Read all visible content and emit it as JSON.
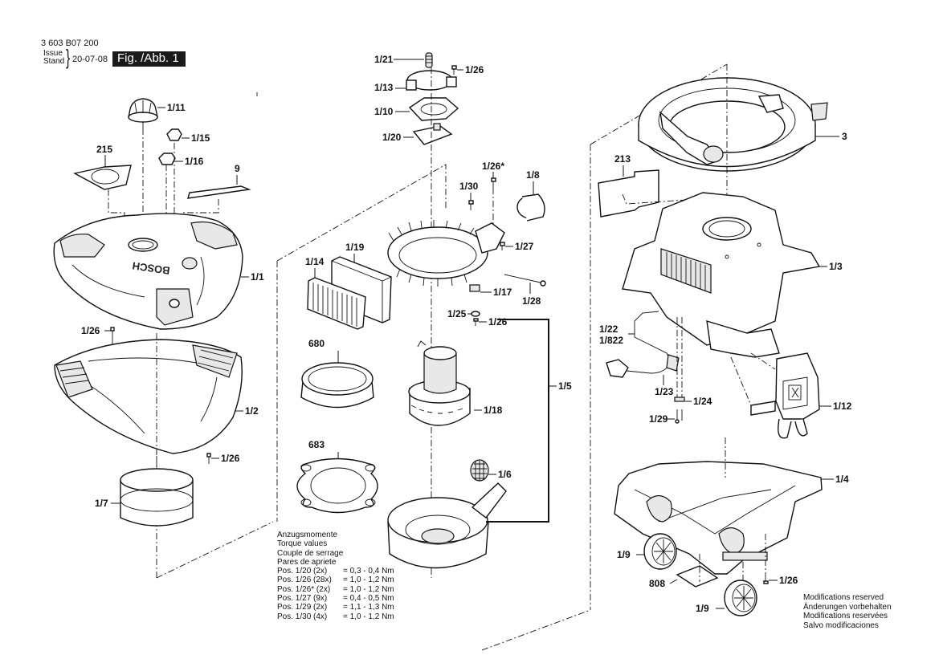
{
  "header": {
    "document_number": "3 603 B07 200",
    "issue_label_en": "Issue",
    "issue_label_de": "Stand",
    "issue_date": "20-07-08",
    "figure_label": "Fig. /Abb. 1"
  },
  "part_labels": {
    "p1_11": "1/11",
    "p1_15": "1/15",
    "p1_16": "1/16",
    "p215": "215",
    "p9": "9",
    "p1_1": "1/1",
    "p1_26_a": "1/26",
    "p1_2": "1/2",
    "p1_26_b": "1/26",
    "p1_7": "1/7",
    "p1_21": "1/21",
    "p1_26_c": "1/26",
    "p1_13": "1/13",
    "p1_10": "1/10",
    "p1_20": "1/20",
    "p1_26_star": "1/26*",
    "p1_30": "1/30",
    "p1_8": "1/8",
    "p1_27": "1/27",
    "p1_19": "1/19",
    "p1_14": "1/14",
    "p1_17": "1/17",
    "p1_28": "1/28",
    "p1_25": "1/25",
    "p1_26_d": "1/26",
    "p680": "680",
    "p1_18": "1/18",
    "p1_5": "1/5",
    "p683": "683",
    "p1_6": "1/6",
    "p3": "3",
    "p213": "213",
    "p1_3": "1/3",
    "p1_22": "1/22",
    "p1_822": "1/822",
    "p1_23": "1/23",
    "p1_24": "1/24",
    "p1_29": "1/29",
    "p1_12": "1/12",
    "p1_4": "1/4",
    "p1_9_a": "1/9",
    "p808": "808",
    "p1_26_e": "1/26",
    "p1_9_b": "1/9"
  },
  "torque_table": {
    "titles": [
      "Anzugsmomente",
      "Torque values",
      "Couple de serrage",
      "Pares de apriete"
    ],
    "rows": [
      {
        "pos": "Pos. 1/20 (2x)",
        "value": "= 0,3 - 0,4 Nm"
      },
      {
        "pos": "Pos. 1/26 (28x)",
        "value": "= 1,0 - 1,2 Nm"
      },
      {
        "pos": "Pos. 1/26* (2x)",
        "value": "= 1,0 - 1,2 Nm"
      },
      {
        "pos": "Pos. 1/27 (9x)",
        "value": "= 0,4 - 0,5 Nm"
      },
      {
        "pos": "Pos. 1/29 (2x)",
        "value": "= 1,1 - 1,3 Nm"
      },
      {
        "pos": "Pos. 1/30 (4x)",
        "value": "= 1,0 - 1,2 Nm"
      }
    ]
  },
  "disclaimer": [
    "Modifications reserved",
    "Änderungen vorbehalten",
    "Modifications reservées",
    "Salvo modificaciones"
  ],
  "brand_text": "BOSCH"
}
